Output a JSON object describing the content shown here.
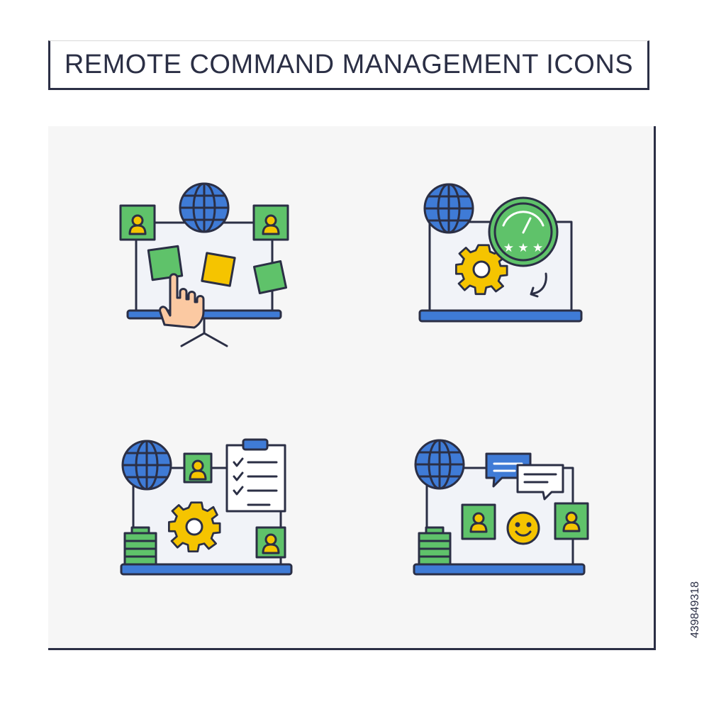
{
  "title": "REMOTE COMMAND MANAGEMENT ICONS",
  "stock_id": "439849318",
  "icons": [
    {
      "name": "remote-whiteboard-collaboration"
    },
    {
      "name": "remote-performance-rating"
    },
    {
      "name": "remote-task-management"
    },
    {
      "name": "remote-team-communication"
    }
  ],
  "colors": {
    "outline": "#2b2f45",
    "blue": "#3f7bd6",
    "green": "#5fc26a",
    "yellow": "#f5c400",
    "skin": "#fbc9a2",
    "panel": "#f6f6f6",
    "screen": "#f1f3f8"
  }
}
